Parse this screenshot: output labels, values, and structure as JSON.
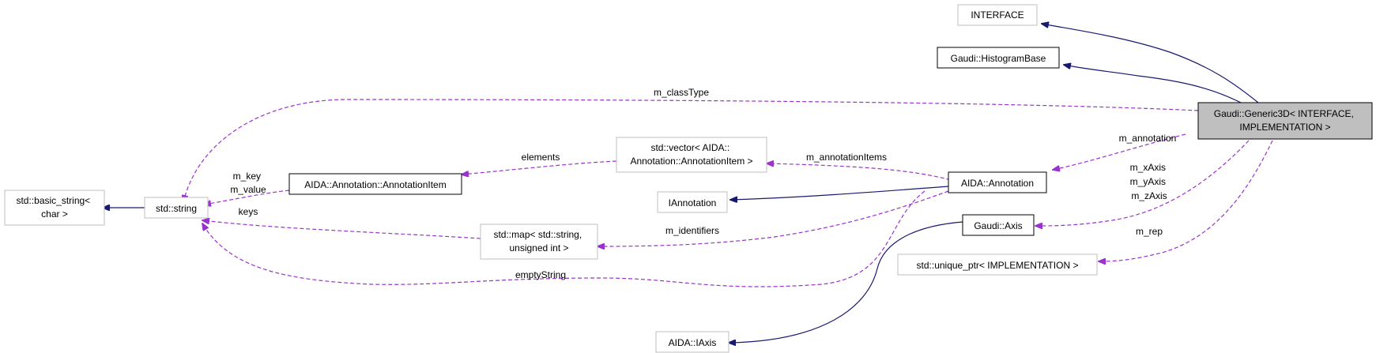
{
  "nodes": {
    "generic3d": [
      "Gaudi::Generic3D< INTERFACE,",
      "IMPLEMENTATION >"
    ],
    "interface": [
      "INTERFACE"
    ],
    "histogram_base": [
      "Gaudi::HistogramBase"
    ],
    "basic_string": [
      "std::basic_string<",
      "char >"
    ],
    "std_string": [
      "std::string"
    ],
    "annotation_item": [
      "AIDA::Annotation::AnnotationItem"
    ],
    "vector": [
      "std::vector< AIDA::",
      "Annotation::AnnotationItem >"
    ],
    "iannotation": [
      "IAnnotation"
    ],
    "aida_annotation": [
      "AIDA::Annotation"
    ],
    "map": [
      "std::map< std::string,",
      "unsigned int >"
    ],
    "gaudi_axis": [
      "Gaudi::Axis"
    ],
    "unique_ptr": [
      "std::unique_ptr< IMPLEMENTATION >"
    ],
    "aida_iaxis": [
      "AIDA::IAxis"
    ]
  },
  "edge_labels": {
    "class_type": [
      "m_classType"
    ],
    "annotation": [
      "m_annotation"
    ],
    "axes": [
      "m_xAxis",
      "m_yAxis",
      "m_zAxis"
    ],
    "rep": [
      "m_rep"
    ],
    "annotation_items": [
      "m_annotationItems"
    ],
    "elements": [
      "elements"
    ],
    "key_value": [
      "m_key",
      "m_value"
    ],
    "keys": [
      "keys"
    ],
    "identifiers": [
      "m_identifiers"
    ],
    "empty_string": [
      "emptyString"
    ]
  },
  "colors": {
    "inheritance_edge": "#191970",
    "usage_edge": "#9a32cd",
    "focus_node_fill": "#bfbfbf",
    "external_node_border": "#bfbfbf",
    "documented_node_border": "#000000"
  }
}
